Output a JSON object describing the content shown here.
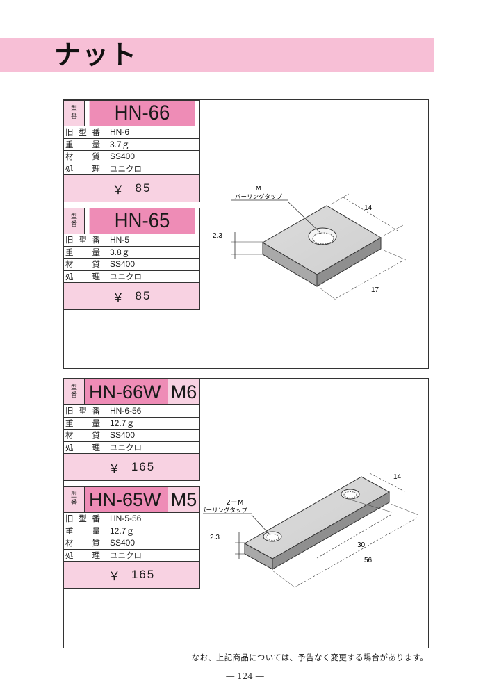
{
  "header": {
    "title": "ナット"
  },
  "labels": {
    "type_top": "型",
    "type_bottom": "番",
    "old_model": [
      "旧",
      "型",
      "番"
    ],
    "weight": [
      "重",
      "量"
    ],
    "material": [
      "材",
      "質"
    ],
    "finish": [
      "処",
      "理"
    ],
    "yen": "￥"
  },
  "products": [
    {
      "model": "HN-66",
      "old_model": "HN-6",
      "weight": "3.7ｇ",
      "material": "SS400",
      "finish": "ユニクロ",
      "price": "85"
    },
    {
      "model": "HN-65",
      "old_model": "HN-5",
      "weight": "3.8ｇ",
      "material": "SS400",
      "finish": "ユニクロ",
      "price": "85"
    },
    {
      "model": "HN-66W",
      "suffix": "M6",
      "old_model": "HN-6-56",
      "weight": "12.7ｇ",
      "material": "SS400",
      "finish": "ユニクロ",
      "price": "165"
    },
    {
      "model": "HN-65W",
      "suffix": "M5",
      "old_model": "HN-5-56",
      "weight": "12.7ｇ",
      "material": "SS400",
      "finish": "ユニクロ",
      "price": "165"
    }
  ],
  "drawing1": {
    "thread_label": "M",
    "tap_label": "バーリングタップ",
    "thickness": "2.3",
    "width": "14",
    "length": "17"
  },
  "drawing2": {
    "thread_label": "2－M",
    "tap_label": "バーリングタップ",
    "thickness": "2.3",
    "width": "14",
    "pitch": "30",
    "length": "56"
  },
  "footer": {
    "note": "なお、上記商品については、予告なく変更する場合があります。",
    "page": "― 124 ―"
  }
}
